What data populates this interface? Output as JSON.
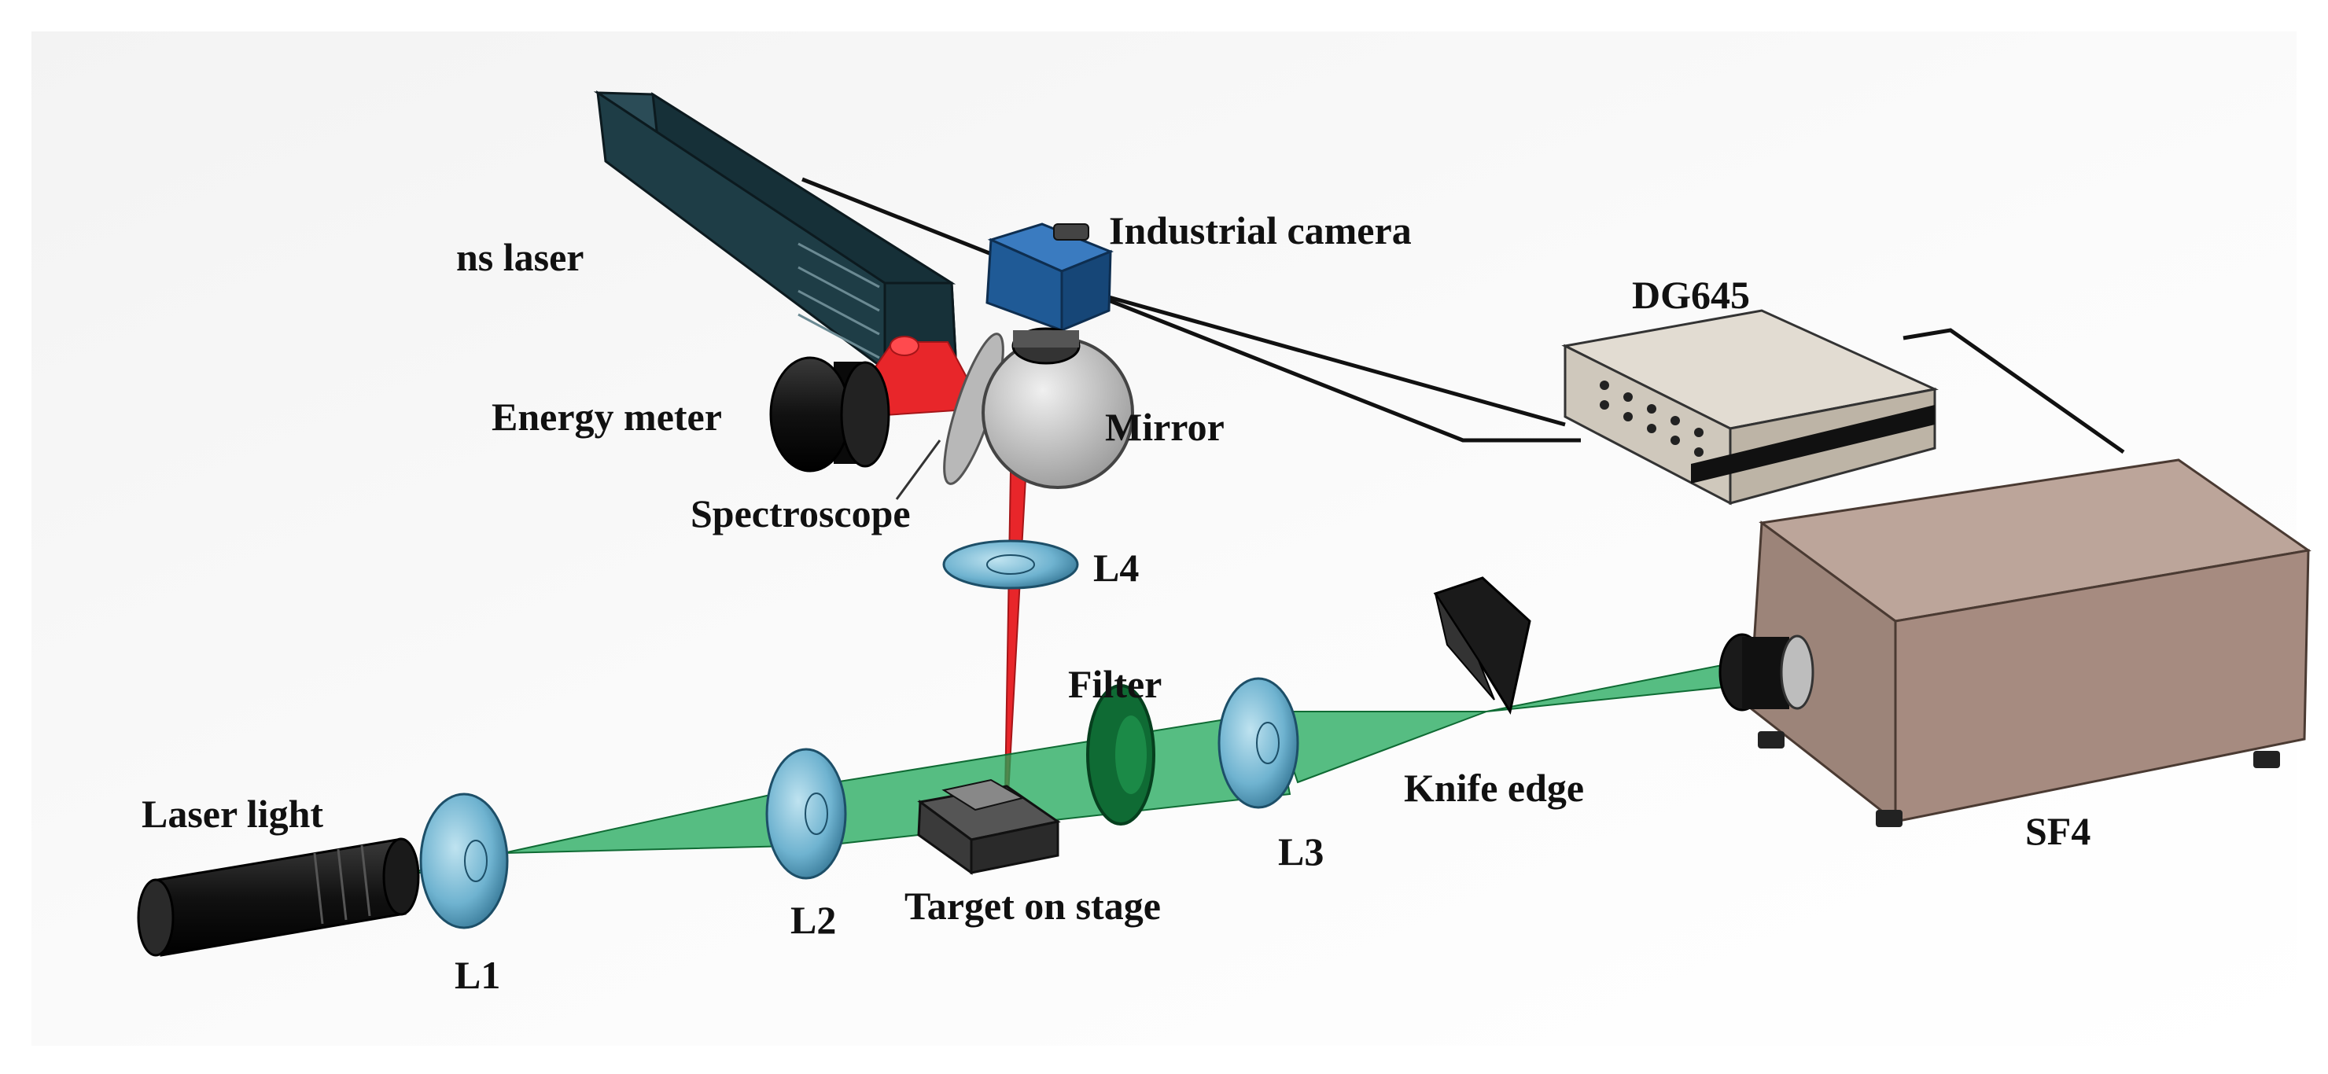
{
  "labels": {
    "ns_laser": "ns laser",
    "industrial_camera": "Industrial camera",
    "dg645": "DG645",
    "energy_meter": "Energy meter",
    "mirror": "Mirror",
    "spectroscope": "Spectroscope",
    "l4": "L4",
    "filter": "Filter",
    "knife_edge": "Knife edge",
    "sf4": "SF4",
    "laser_light": "Laser light",
    "l1": "L1",
    "l2": "L2",
    "target_on_stage": "Target on stage",
    "l3": "L3"
  },
  "colors": {
    "pump_beam": "#e8262a",
    "probe_beam": "#1fa85a",
    "lens_tint": "#5aa9c8",
    "laser_body": "#1e3d46",
    "camera_body": "#1f5a96",
    "sf4_body": "#a68b80",
    "filter_tint": "#0f6b34"
  }
}
